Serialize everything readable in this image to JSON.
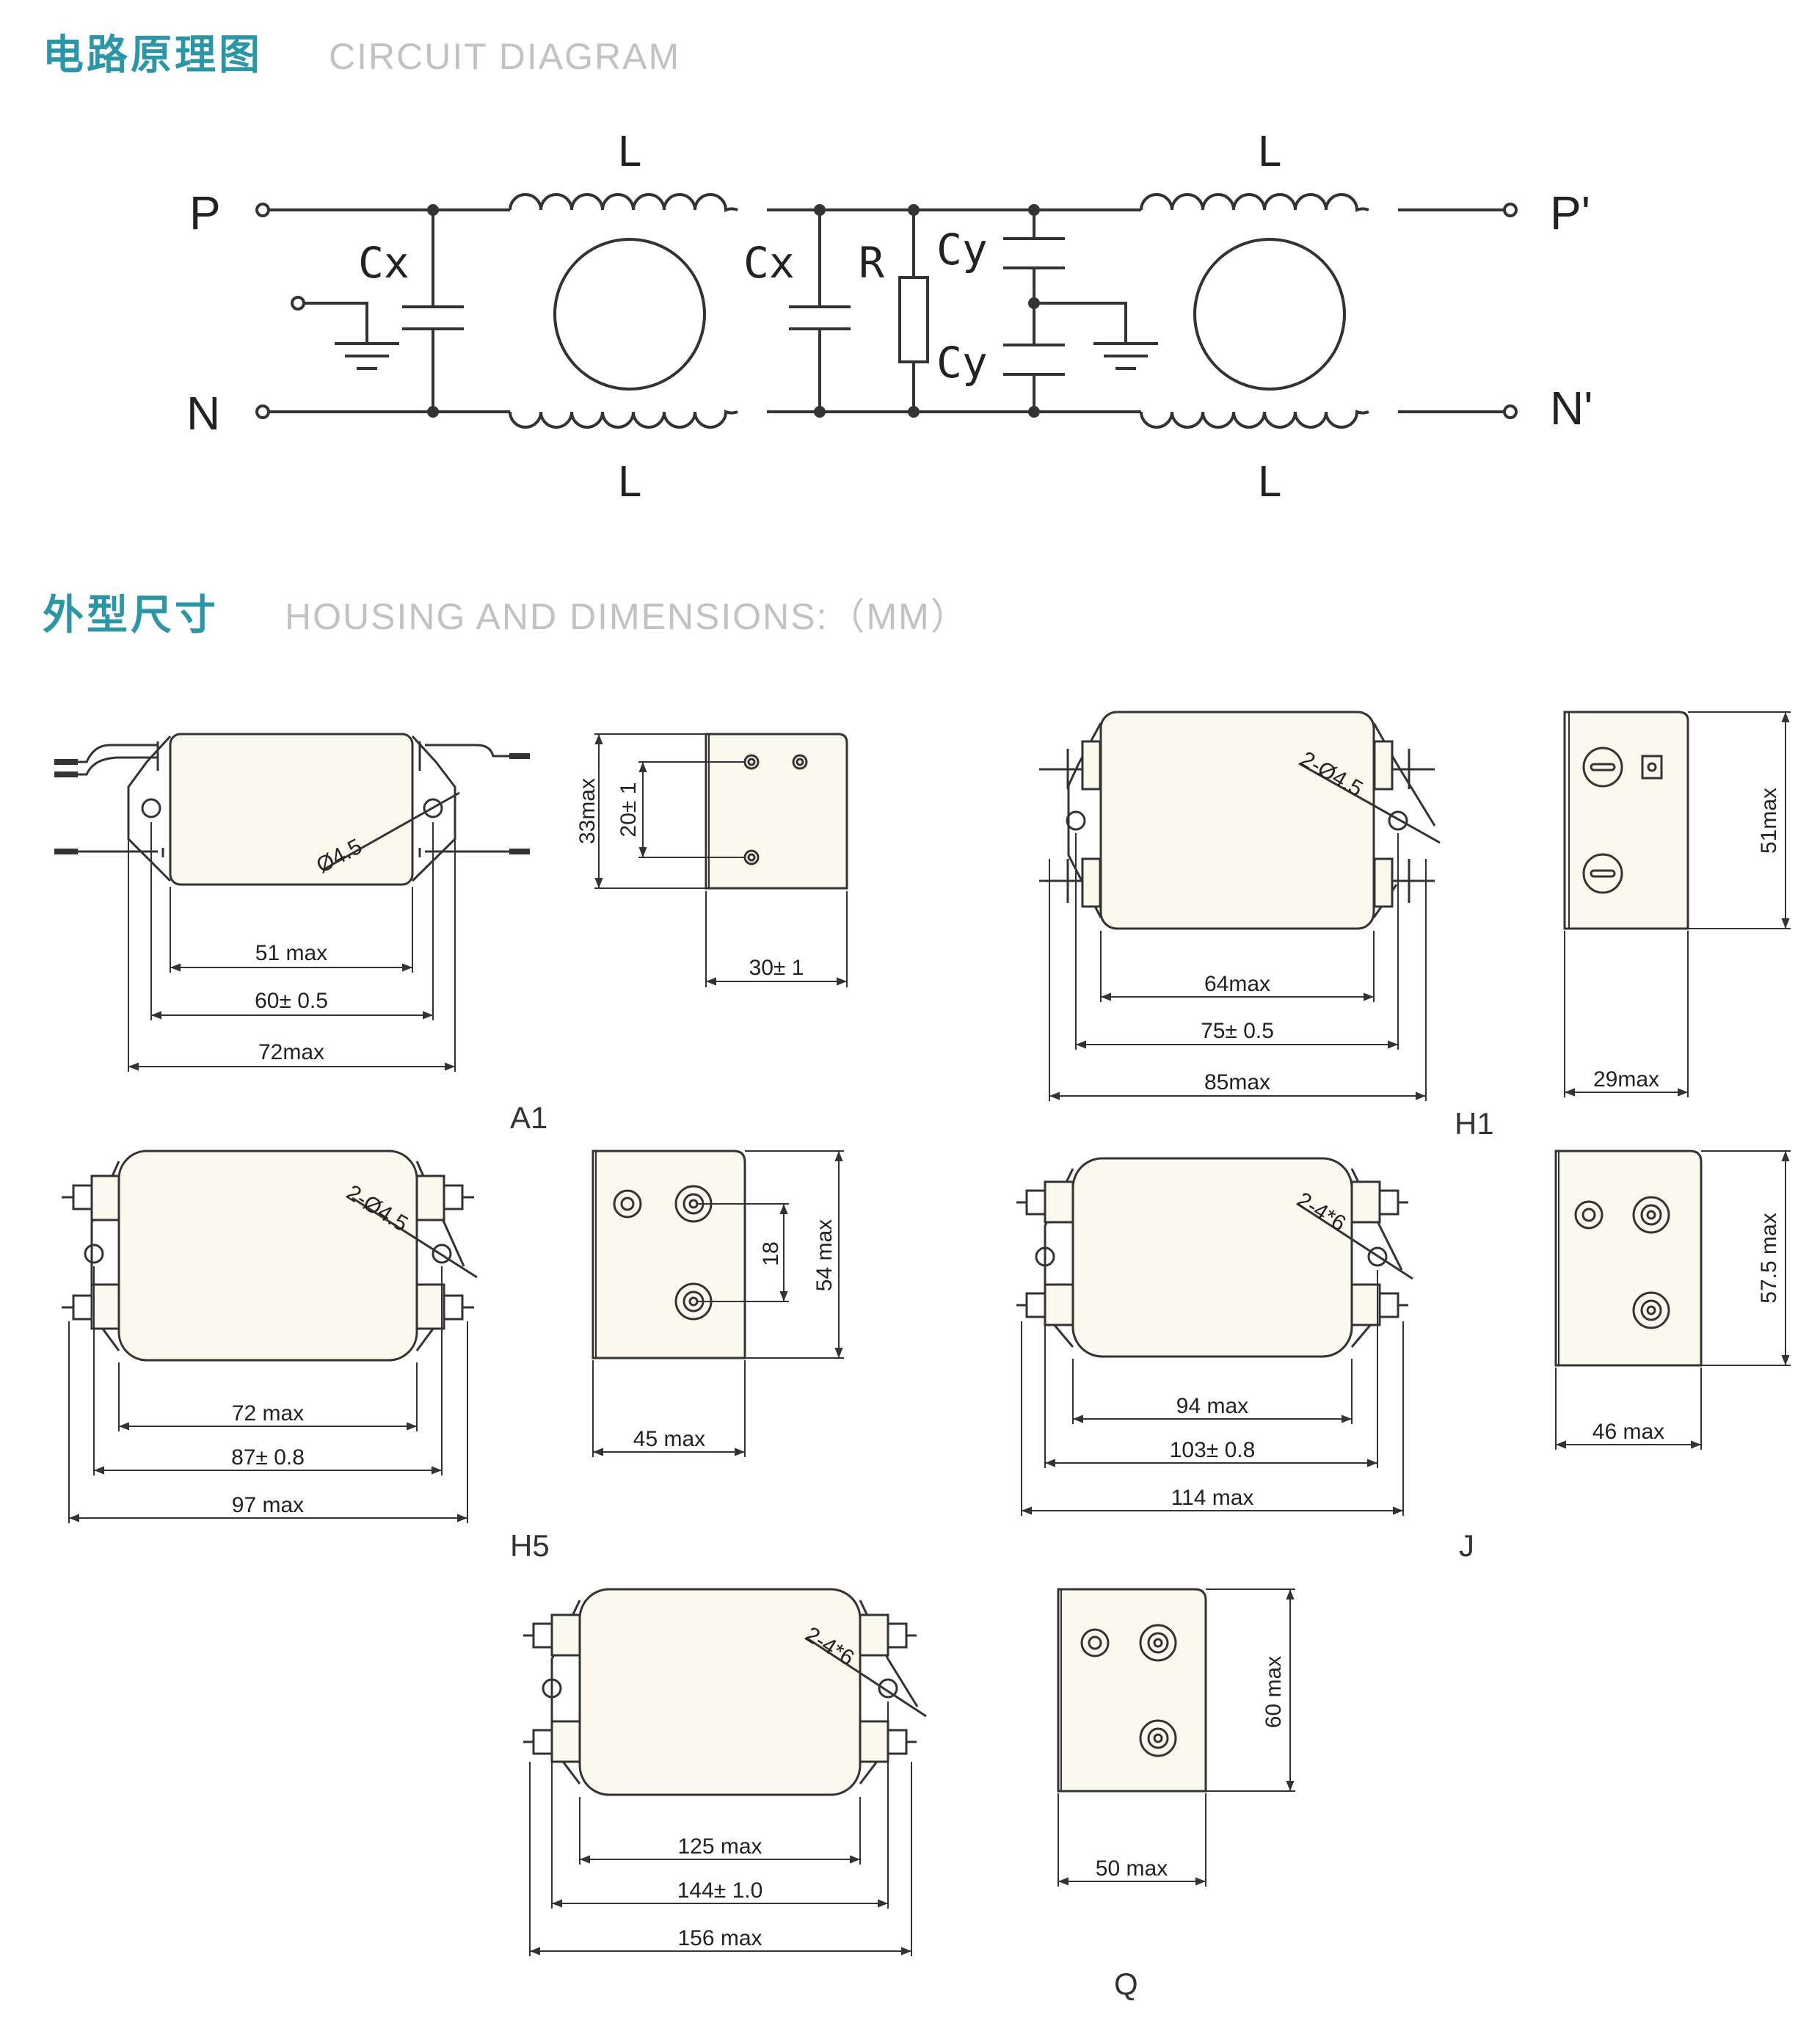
{
  "headings": {
    "circuit": {
      "cn": "电路原理图",
      "en": "CIRCUIT DIAGRAM"
    },
    "housing": {
      "cn": "外型尺寸",
      "en": "HOUSING AND DIMENSIONS:（MM）"
    }
  },
  "circuit": {
    "terminals": {
      "p": "P",
      "n": "N",
      "p_out": "P'",
      "n_out": "N'"
    },
    "components": {
      "l": "L",
      "cx": "Cx",
      "r": "R",
      "cy": "Cy"
    }
  },
  "colors": {
    "heading_cn": "#2b96a5",
    "heading_en": "#c2c2c2",
    "line": "#333333",
    "body_fill": "#fbf8ee"
  },
  "models": {
    "a1": {
      "tag": "A1",
      "front": {
        "hole": "Ø4.5",
        "d1": "51 max",
        "d2": "60± 0.5",
        "d3": "72max"
      },
      "side": {
        "height": "33max",
        "pitch": "20± 1",
        "width": "30± 1"
      }
    },
    "h1": {
      "tag": "H1",
      "front": {
        "hole": "2-Ø4.5",
        "d1": "64max",
        "d2": "75± 0.5",
        "d3": "85max"
      },
      "side": {
        "height": "51max",
        "width": "29max"
      }
    },
    "h5": {
      "tag": "H5",
      "front": {
        "hole": "2-Ø4.5",
        "d1": "72 max",
        "d2": "87± 0.8",
        "d3": "97 max"
      },
      "side": {
        "pitch": "18",
        "height": "54 max",
        "width": "45 max"
      }
    },
    "j": {
      "tag": "J",
      "front": {
        "hole": "2-4*6",
        "d1": "94 max",
        "d2": "103± 0.8",
        "d3": "114 max"
      },
      "side": {
        "height": "57.5 max",
        "width": "46 max"
      }
    },
    "q": {
      "tag": "Q",
      "front": {
        "hole": "2-4*6",
        "d1": "125 max",
        "d2": "144± 1.0",
        "d3": "156 max"
      },
      "side": {
        "height": "60 max",
        "width": "50 max"
      }
    }
  }
}
